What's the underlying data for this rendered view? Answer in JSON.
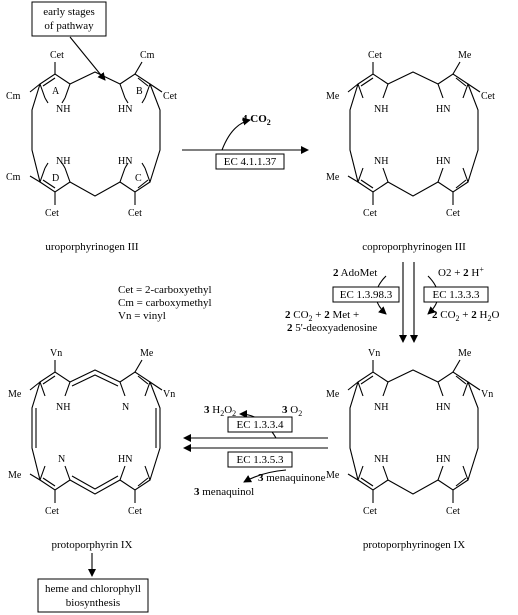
{
  "boxes": {
    "early": [
      "early stages",
      "of pathway"
    ],
    "heme": [
      "heme and chlorophyll",
      "biosynthesis"
    ]
  },
  "molecules": {
    "uro": "uroporphyrinogen III",
    "copro": "coproporphyrinogen III",
    "protogen": "protoporphyrinogen IX",
    "proto": "protoporphyrin IX"
  },
  "legend": [
    "Cet = 2-carboxyethyl",
    "Cm = carboxymethyl",
    "Vn = vinyl"
  ],
  "atoms": {
    "nh": "NH",
    "hn": "HN",
    "n": "N",
    "cet": "Cet",
    "cm": "Cm",
    "me": "Me",
    "vn": "Vn",
    "ringA": "A",
    "ringB": "B",
    "ringC": "C",
    "ringD": "D"
  },
  "step1": {
    "enzyme": "EC 4.1.1.37",
    "product_coef": "4",
    "product": "CO",
    "product_sub": "2"
  },
  "step2": {
    "left_enzyme": "EC 1.3.98.3",
    "right_enzyme": "EC 1.3.3.3",
    "adomet_coef": "2",
    "adomet": " AdoMet",
    "o2_pre": "O2 + ",
    "h_coef": "2",
    "h": " H",
    "h_sup": "+",
    "left_out_1": "2",
    "left_out_2": " CO",
    "left_out_3": "2",
    "left_out_4": " + ",
    "left_out_5": "2",
    "left_out_6": " Met +",
    "deoxy_coef": "2",
    "deoxy": "  5'-deoxyadenosine",
    "right_out_1": "2",
    "right_out_2": " CO",
    "right_out_3": "2",
    "right_out_4": " + ",
    "right_out_5": "2",
    "right_out_6": " H",
    "right_out_7": "2",
    "right_out_8": "O"
  },
  "step3": {
    "enzyme_top": "EC 1.3.3.4",
    "enzyme_bottom": "EC 1.3.5.3",
    "h2o2_coef": "3",
    "h2o2_a": " H",
    "h2o2_b": "2",
    "h2o2_c": "O",
    "h2o2_d": "2",
    "o2_coef": "3",
    "o2_a": " O",
    "o2_b": "2",
    "menaquinone_coef": "3",
    "menaquinone": " menaquinone",
    "menaquinol_coef": "3",
    "menaquinol": " menaquinol"
  }
}
